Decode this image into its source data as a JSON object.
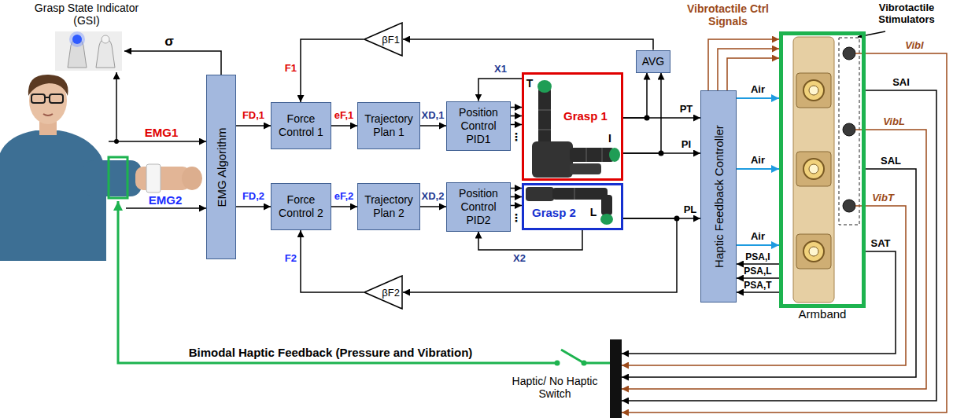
{
  "diagram": {
    "nodes": [
      {
        "text": [
          "EMG Algorithm"
        ]
      },
      {
        "text": [
          "Force Control 1"
        ]
      },
      {
        "text": [
          "Trajectory Plan 1"
        ]
      },
      {
        "text": [
          "Position Control PID1"
        ]
      },
      {
        "text": [
          "Grasp 1"
        ]
      },
      {
        "text": [
          "AVG"
        ]
      },
      {
        "text": [
          "βF1"
        ]
      },
      {
        "text": [
          "Force Control 2"
        ]
      },
      {
        "text": [
          "Trajectory Plan 2"
        ]
      },
      {
        "text": [
          "Position Control PID2"
        ]
      },
      {
        "text": [
          "Grasp 2"
        ]
      },
      {
        "text": [
          "βF2"
        ]
      },
      {
        "text": [
          "Haptic Feedback Controller"
        ]
      },
      {
        "text": [
          "Armband"
        ]
      }
    ],
    "edges": [
      {
        "from": 0,
        "to": 1,
        "label": "FD,1",
        "arrow": "to"
      },
      {
        "from": 0,
        "to": 7,
        "label": "FD,2",
        "arrow": "to"
      },
      {
        "from": 1,
        "to": 2,
        "label": "eF,1",
        "arrow": "to"
      },
      {
        "from": 2,
        "to": 3,
        "label": "XD,1",
        "arrow": "to"
      },
      {
        "from": 3,
        "to": 4,
        "arrow": "to"
      },
      {
        "from": 4,
        "to": 3,
        "label": "X1",
        "arrow": "to"
      },
      {
        "from": 7,
        "to": 8,
        "label": "eF,2",
        "arrow": "to"
      },
      {
        "from": 8,
        "to": 9,
        "label": "XD,2",
        "arrow": "to"
      },
      {
        "from": 9,
        "to": 10,
        "arrow": "to"
      },
      {
        "from": 10,
        "to": 9,
        "label": "X2",
        "arrow": "to"
      },
      {
        "from": 4,
        "to": 5,
        "arrow": "to"
      },
      {
        "from": 5,
        "to": 6,
        "arrow": "to"
      },
      {
        "from": 6,
        "to": 1,
        "label": "F1",
        "arrow": "to"
      },
      {
        "from": 10,
        "to": 11,
        "arrow": "to"
      },
      {
        "from": 11,
        "to": 7,
        "label": "F2",
        "arrow": "to"
      },
      {
        "from": 4,
        "to": 12,
        "label": "PT",
        "arrow": "to"
      },
      {
        "from": 4,
        "to": 12,
        "label": "PI",
        "arrow": "to"
      },
      {
        "from": 10,
        "to": 12,
        "label": "PL",
        "arrow": "to"
      },
      {
        "from": 12,
        "to": 13,
        "label": "Air",
        "arrow": "to"
      },
      {
        "from": 12,
        "to": 13,
        "label": "Air",
        "arrow": "to"
      },
      {
        "from": 12,
        "to": 13,
        "label": "Air",
        "arrow": "to"
      },
      {
        "from": 13,
        "to": 12,
        "label": "PSA,I",
        "arrow": "to"
      },
      {
        "from": 13,
        "to": 12,
        "label": "PSA,L",
        "arrow": "to"
      },
      {
        "from": 13,
        "to": 12,
        "label": "PSA,T",
        "arrow": "to"
      },
      {
        "from": 12,
        "to": 13,
        "arrow": "to"
      },
      {
        "from": 12,
        "to": 13,
        "arrow": "to"
      },
      {
        "from": 12,
        "to": 13,
        "arrow": "to"
      }
    ],
    "labels": [
      "Grasp State Indicator (GSI)",
      "σ",
      "EMG1",
      "EMG2",
      "T",
      "I",
      "L",
      "⋮",
      "⋮",
      "Vibrotactile Ctrl Signals",
      "Vibrotactile Stimulators",
      "VibI",
      "SAI",
      "VibL",
      "SAL",
      "VibT",
      "SAT",
      "Bimodal Haptic Feedback (Pressure and Vibration)",
      "Haptic/ No Haptic Switch"
    ]
  }
}
